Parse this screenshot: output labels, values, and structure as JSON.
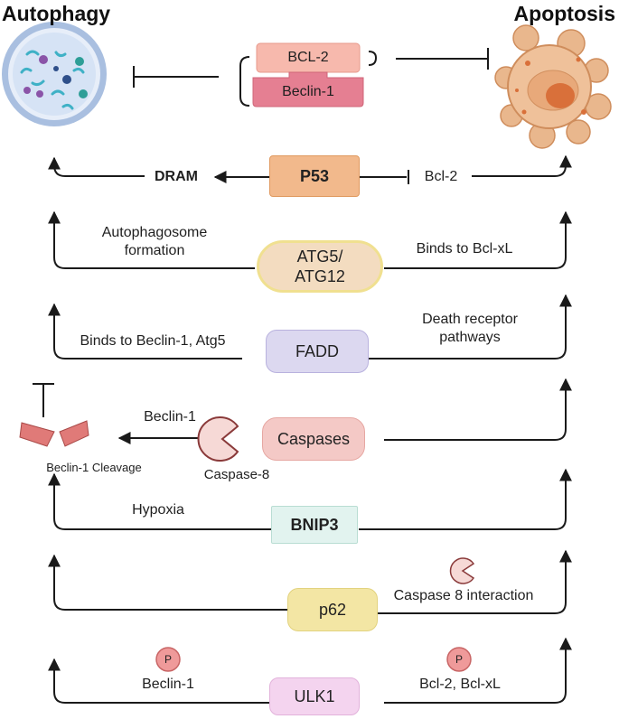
{
  "titles": {
    "autophagy": "Autophagy",
    "apoptosis": "Apoptosis"
  },
  "complex": {
    "top": "BCL-2",
    "bottom": "Beclin-1"
  },
  "rows": {
    "p53": {
      "node": "P53",
      "left": "DRAM",
      "right": "Bcl-2"
    },
    "atg": {
      "node": "ATG5/\nATG12",
      "left": "Autophagosome\nformation",
      "right": "Binds to Bcl-xL"
    },
    "fadd": {
      "node": "FADD",
      "left": "Binds to Beclin-1, Atg5",
      "right": "Death receptor\npathways"
    },
    "caspases": {
      "node": "Caspases",
      "left": "Beclin-1",
      "enzyme": "Caspase-8",
      "cleavage": "Beclin-1 Cleavage"
    },
    "bnip3": {
      "node": "BNIP3",
      "left": "Hypoxia"
    },
    "p62": {
      "node": "p62",
      "right": "Caspase 8 interaction"
    },
    "ulk1": {
      "node": "ULK1",
      "left": "Beclin-1",
      "right": "Bcl-2, Bcl-xL",
      "phospho": "P"
    }
  },
  "colors": {
    "p53": "#f2b98c",
    "atg": "#f3dcc0",
    "fadd": "#dcd8f0",
    "caspases": "#f4c9c6",
    "bnip3": "#e2f3ef",
    "p62": "#f3e6a4",
    "ulk1": "#f4d4ef",
    "bcl2": "#f7b9ad",
    "beclin1": "#e57f92",
    "phospho": "#ef9a9a"
  }
}
